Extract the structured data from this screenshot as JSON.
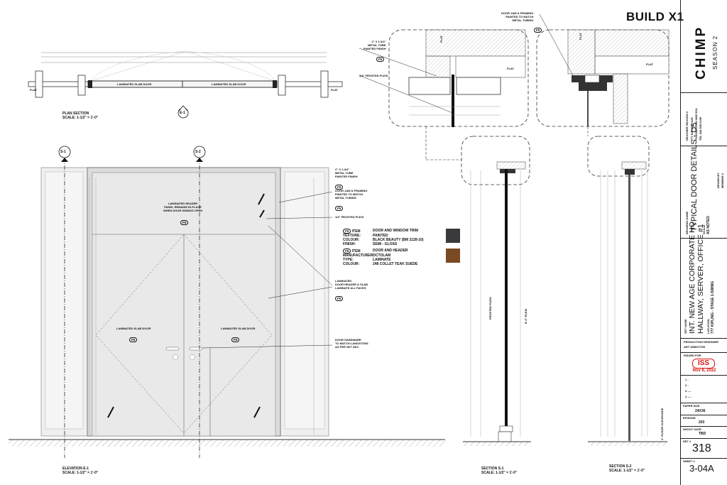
{
  "sheet": {
    "build_title": "BUILD X1",
    "logo_main": "CHIMP",
    "logo_season": "SEASON 2"
  },
  "title_block": {
    "company_name": "REACHER SEASON 2",
    "company_address": "777 KIPLING AVE",
    "company_city": "TORONTO, ON M8Z 5Z4",
    "company_tel": "TEL 416 555 0199",
    "drawing_name_label": "DRAWING NAME",
    "drawing_name": "TYPICAL DOOR DETAILS - D5",
    "scale_label": "SCALE",
    "scale": "AS NOTED",
    "drawn_by_label": "DRAWN BY",
    "drawn_by": "MEMBER 2",
    "set_name_label": "SET NAME",
    "set_name": "INT. NEW AGE CORPORATE HQ",
    "set_sub": "HALLWAY, SERVER, OFFICE #1",
    "location_label": "LOCATION",
    "location": "777 KIPLING - STAGE 1-SWING",
    "production_designer_label": "PRODUCTION DESIGNER",
    "art_director_label": "ART DIRECTOR",
    "issued_for_label": "ISSUED FOR",
    "iss_stamp": "ISS",
    "iss_date": "Nov 8, 2022",
    "revision_rows": [
      "1",
      "2",
      "3",
      "4"
    ],
    "revision_marks": [
      "-",
      "-",
      "----",
      "----"
    ],
    "paper_size_label": "PAPER SIZE",
    "paper_size": "24X36",
    "episode_label": "EPISODE",
    "episode": "203",
    "shoot_date_label": "SHOOT DATE",
    "shoot_date": "TBD",
    "set_no_label": "SET #",
    "set_no": "318",
    "sheet_no_label": "SHEET #",
    "sheet_no": "3-04A"
  },
  "plan": {
    "title": "PLAN SECTION",
    "scale": "SCALE: 1-1/2\" = 1'-0\"",
    "door_label_left": "LAMINATED SLAB DOOR",
    "door_label_right": "LAMINATED SLAB DOOR",
    "flat_left": "FLAT",
    "flat_right": "FLAT",
    "callout": "E-1"
  },
  "elevation": {
    "title": "ELEVATION E-1",
    "scale": "SCALE: 1-1/2\" = 1'-0\"",
    "marker_s1": "S-1",
    "marker_s2": "S-2",
    "header_note": "LAMINATED HEADER\nPANEL REMAINS IN PLACE\nWHEN DOOR SWINGS OPEN",
    "header_tag": "F6",
    "door_left_label": "LAMINATED SLAB DOOR",
    "door_left_tag": "F6",
    "door_right_label": "LAMINATED SLAB DOOR",
    "door_right_tag": "F6",
    "notes": [
      {
        "text": "2\" X 1-3/4\"\nMETAL TUBE\nPAINTED FINISH",
        "tag": "F5"
      },
      {
        "text": "DOOR JAM & FRAMING\nPAINTED TO MATCH\nMETAL TUBING",
        "tag": "F5"
      },
      {
        "text": "1/4\" FROSTED PLEXI",
        "tag": ""
      },
      {
        "text": "LAMINATED\nDOOR HEADER & SLAB\nLAMINATE ALL FACES",
        "tag": "F6"
      },
      {
        "text": "DOOR HARDWARE\nTO MATCH LANDSTONS\nAS PER SET DEC.",
        "tag": ""
      }
    ]
  },
  "materials": [
    {
      "tag": "F5",
      "item": "DOOR AND WINDOW TRIM",
      "texture_label": "TEXTURE:",
      "texture": "PAINTED",
      "colour_label": "COLOUR:",
      "colour": "BLACK BEAUTY (BM 2128-10)",
      "finish_label": "FINISH:",
      "finish": "SEMI - GLOSS",
      "swatch": "#3a3a3c"
    },
    {
      "tag": "F6",
      "item": "DOOR AND HEADER",
      "texture_label": "MANUFACTURER:",
      "texture": "OCTOLAM",
      "colour_label": "TYPE:",
      "colour": "LAMINATE",
      "finish_label": "COLOUR:",
      "finish": "248 COLLET TEAK SUEDE",
      "swatch": "#7a4a22"
    }
  ],
  "detail_notes": {
    "jamb_note": "DOOR JAM & FRAMING\nPAINTED TO MATCH\nMETAL TUBING",
    "jamb_tag": "F5",
    "tube_note": "2\" X 1-3/4\"\nMETAL TUBE\nPAINTED FINISH",
    "tube_tag": "F5",
    "plexi_note": "1/4\" FROSTED PLEXI",
    "flat_a": "FLAT",
    "flat_b": "FLAT",
    "flat_c": "FLAT",
    "flat_d": "FLAT"
  },
  "sections": {
    "s1_title": "SECTION S-1",
    "s1_scale": "SCALE: 1-1/2\" = 1'-0\"",
    "s2_title": "SECTION S-2",
    "s2_scale": "SCALE: 1-1/2\" = 1'-0\"",
    "plexi_label": "FROSTED PLEXI",
    "height_label": "8'-0\" PLEXI",
    "floor_clearance": "1\" FLOOR CLEARANCE"
  }
}
